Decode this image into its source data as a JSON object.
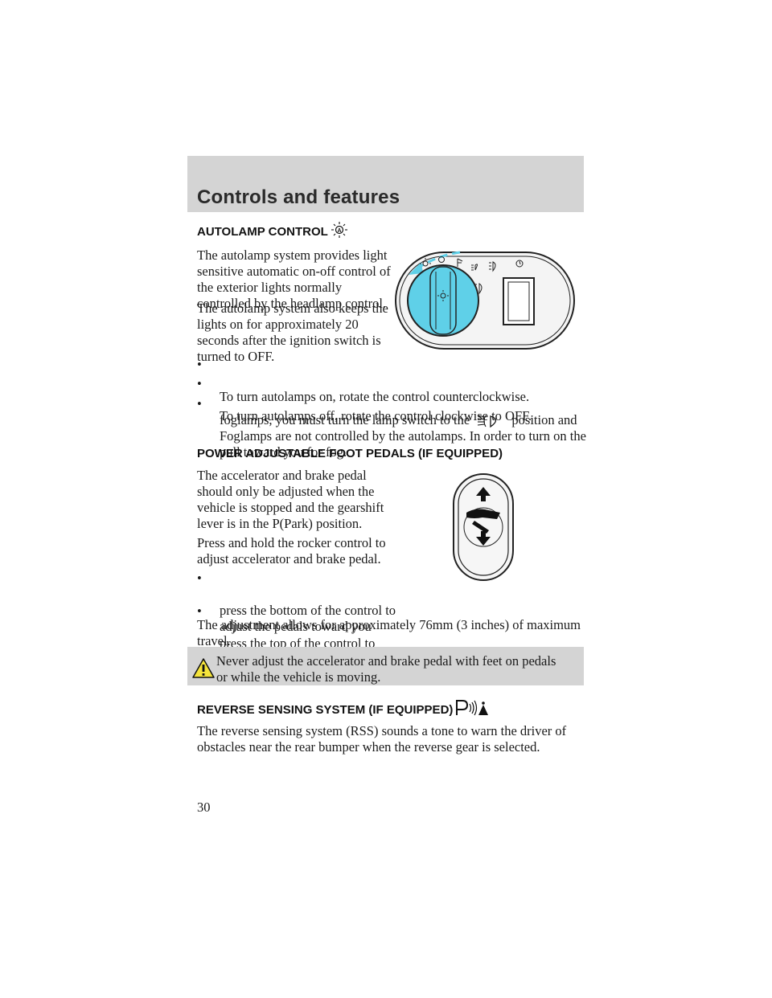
{
  "header": {
    "section_title": "Controls and features"
  },
  "autolamp": {
    "heading": "AUTOLAMP CONTROL",
    "icon": "autolamp-icon",
    "para1": "The autolamp system provides light\nsensitive automatic on-off control of\nthe exterior lights normally\ncontrolled by the headlamp control.",
    "para2": "The autolamp system also keeps the\nlights on for approximately 20\nseconds after the ignition switch is\nturned to OFF.",
    "bullets": [
      "To turn autolamps on, rotate the control counterclockwise.",
      "To turn autolamps off, rotate the control clockwise to OFF.",
      "Foglamps are not controlled by the autolamps. In order to turn on the"
    ],
    "bullet3_line2_before": "foglamps, you must turn the lamp switch to the",
    "bullet3_line2_after": "position and",
    "bullet3_line3": "pull toward you for fog.",
    "illustration": "headlamp-switch-illustration",
    "accent_color": "#5fd0e8"
  },
  "pedals": {
    "heading": "POWER ADJUSTABLE FOOT PEDALS (IF EQUIPPED)",
    "para1": "The accelerator and brake pedal\nshould only be adjusted when the\nvehicle is stopped and the gearshift\nlever is in the P(Park) position.",
    "para2": "Press and hold the rocker control to\nadjust accelerator and brake pedal.",
    "bullets": [
      "press the bottom of the control to\nadjust the pedals toward you",
      "press the top of the control to\nadjust the pedals away from you"
    ],
    "para3": "The adjustment allows for approximately 76mm (3 inches) of maximum\ntravel.",
    "illustration": "pedal-rocker-switch-illustration"
  },
  "warning": {
    "icon": "warning-icon",
    "text": "Never adjust the accelerator and brake pedal with feet on pedals\nor while the vehicle is moving."
  },
  "rss": {
    "heading": "REVERSE SENSING SYSTEM (IF EQUIPPED)",
    "icon": "reverse-sensing-icon",
    "para1": "The reverse sensing system (RSS) sounds a tone to warn the driver of\nobstacles near the rear bumper when the reverse gear is selected."
  },
  "bullet_symbol": "•",
  "page_number": "30"
}
